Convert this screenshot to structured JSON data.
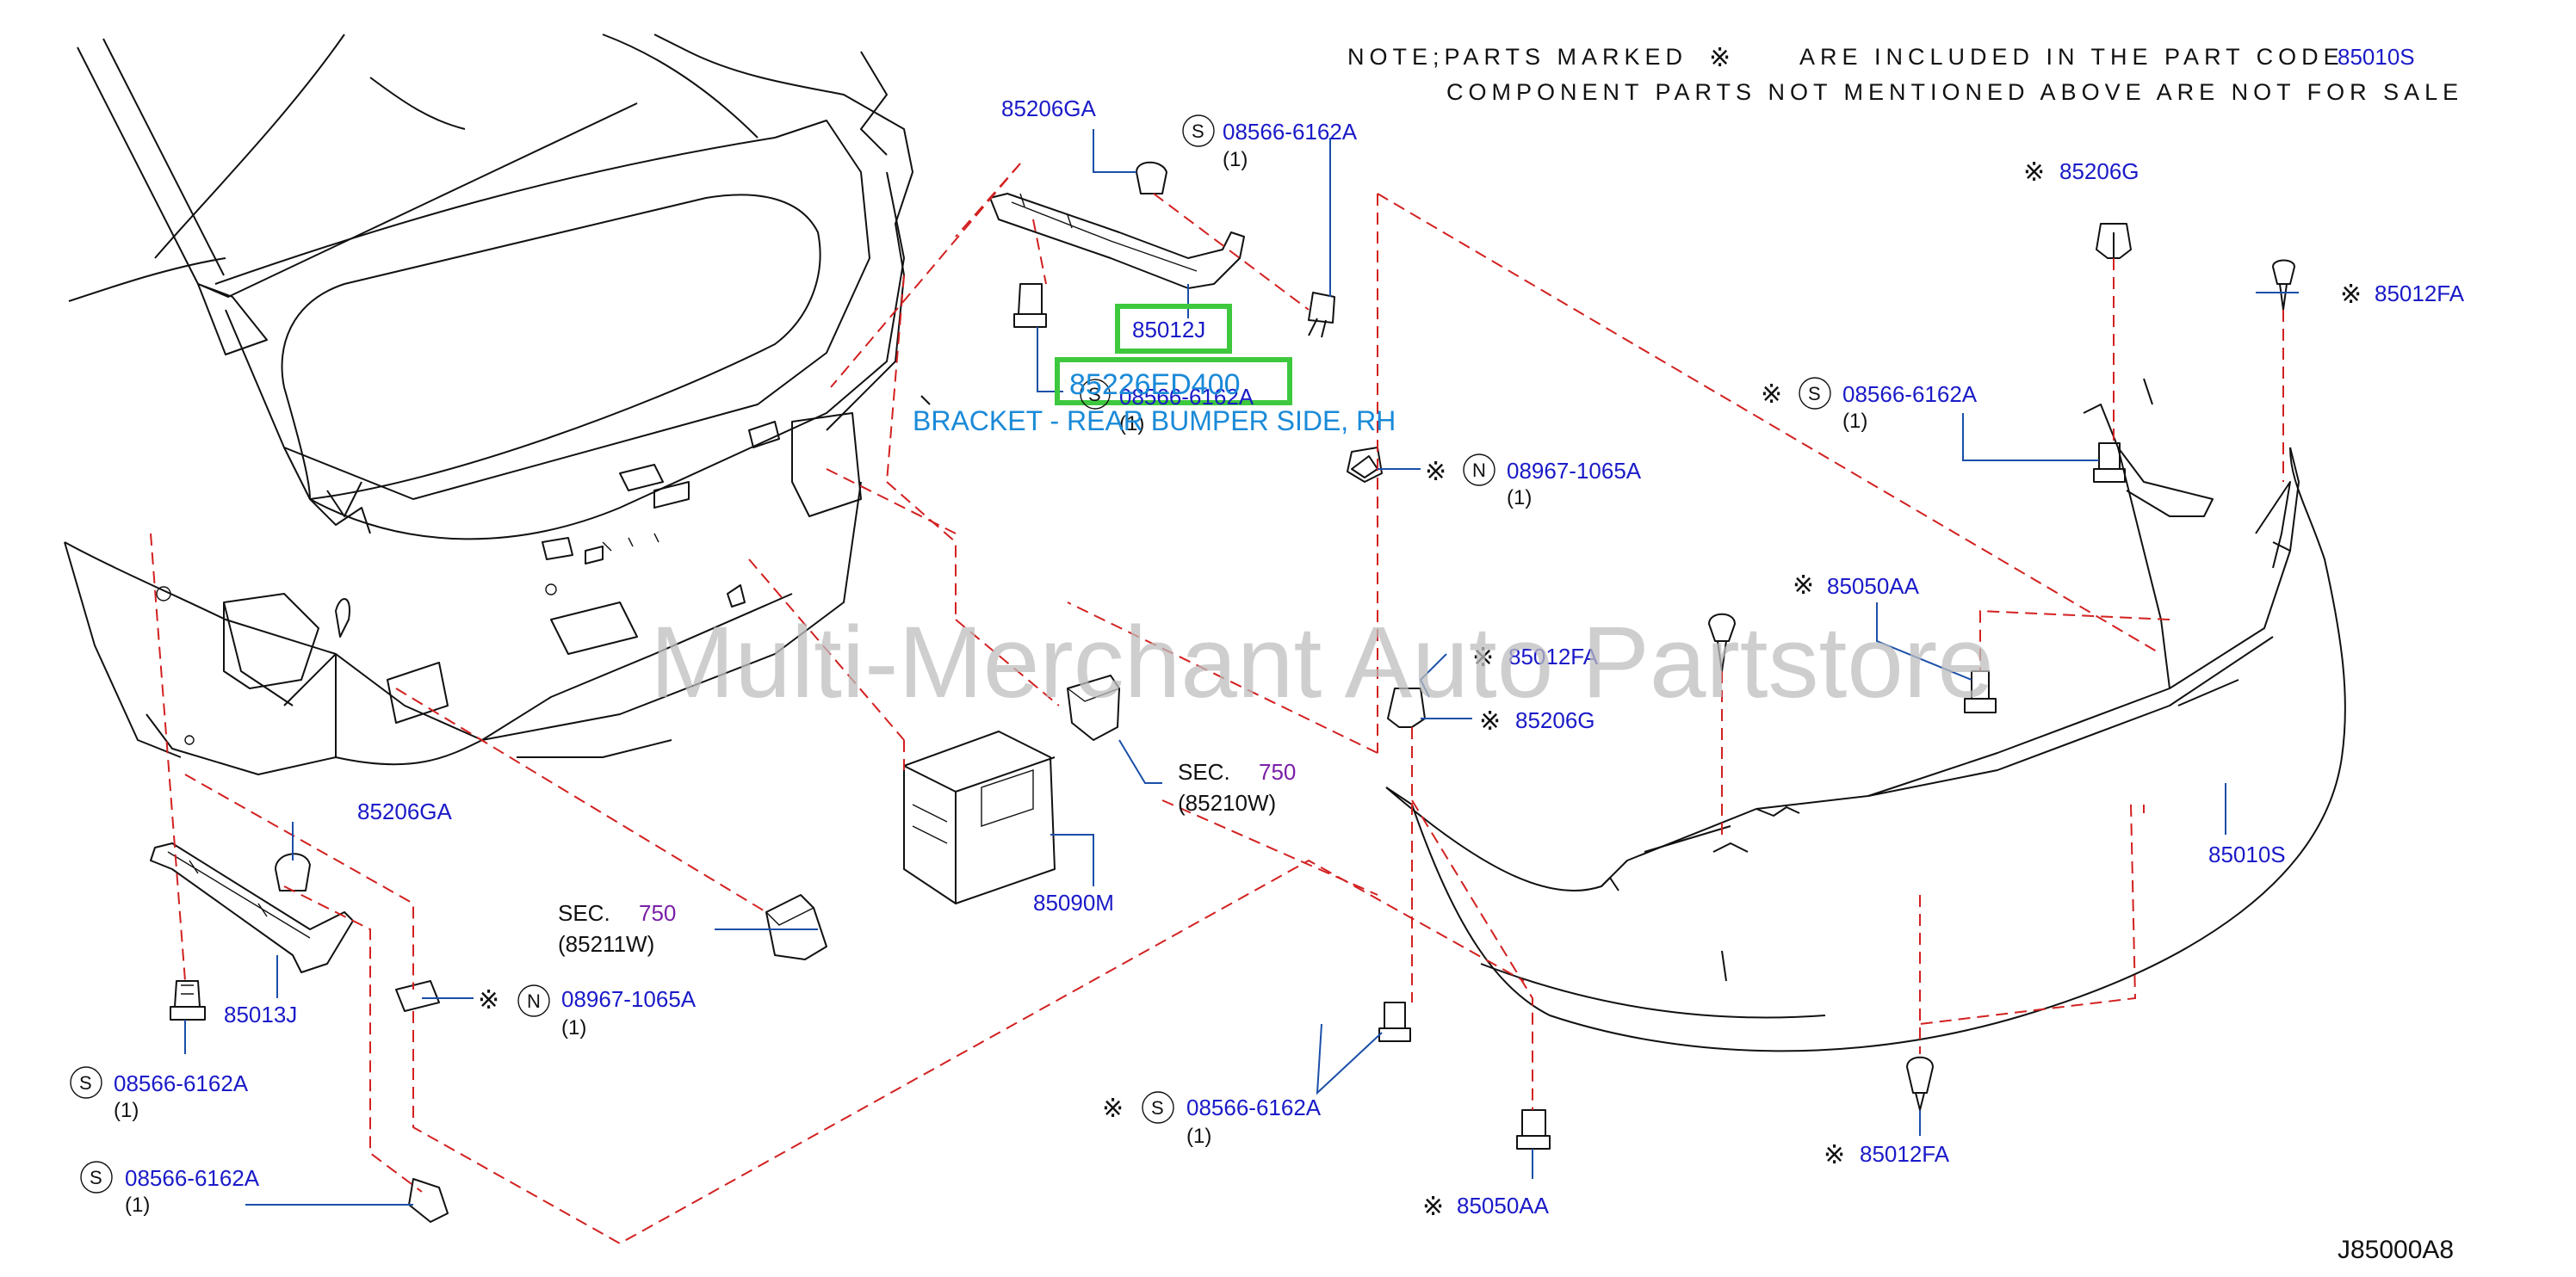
{
  "colors": {
    "callout": "#1a1ac8",
    "section_number": "#7a1fa8",
    "highlight_box": "#3ec83e",
    "highlight_text": "#1a8ad8",
    "dashed_lines": "#d32020",
    "leader_lines": "#1a4fa8",
    "watermark": "#bdbdbd"
  },
  "icons": [
    "included-mark-icon",
    "s-circle-icon",
    "n-circle-icon"
  ],
  "notes": {
    "line1_prefix": "NOTE;PARTS MARKED",
    "line1_mark": "※",
    "line1_suffix": "ARE INCLUDED IN THE PART CODE",
    "line1_code": "85010S",
    "line2": "COMPONENT PARTS NOT MENTIONED ABOVE ARE NOT FOR SALE"
  },
  "highlight": {
    "part_number": "85012J",
    "selected_part": "85226ED400",
    "description": "BRACKET - REAR BUMPER SIDE, RH"
  },
  "watermark": "Multi-Merchant Auto Partstore",
  "diagram_ref": "J85000A8",
  "symbols": {
    "mark": "※",
    "s": "S",
    "n": "N"
  },
  "sections": [
    {
      "label": "SEC.",
      "number": "750",
      "code": "(85210W)"
    },
    {
      "label": "SEC.",
      "number": "750",
      "code": "(85211W)"
    }
  ],
  "callouts": {
    "c85206ga_top": "85206GA",
    "c085_top": "08566-6162A",
    "c085_top_qty": "(1)",
    "c085_hidden": "08566-6162A",
    "c085_hidden_qty": "(1)",
    "c85206g_top": "85206G",
    "c85012fa_top": "85012FA",
    "c085_right": "08566-6162A",
    "c085_right_qty": "(1)",
    "c08967_top": "08967-1065A",
    "c08967_top_qty": "(1)",
    "c85050aa_mid": "85050AA",
    "c85012fa_mid": "85012FA",
    "c85206g_mid": "85206G",
    "c85010s": "85010S",
    "c85090m": "85090M",
    "c85206ga_left": "85206GA",
    "c85013j": "85013J",
    "c08967_left": "08967-1065A",
    "c08967_left_qty": "(1)",
    "c085_left1": "08566-6162A",
    "c085_left1_qty": "(1)",
    "c085_left2": "08566-6162A",
    "c085_left2_qty": "(1)",
    "c085_bottom": "08566-6162A",
    "c085_bottom_qty": "(1)",
    "c85050aa_bottom": "85050AA",
    "c85012fa_bottom": "85012FA"
  }
}
